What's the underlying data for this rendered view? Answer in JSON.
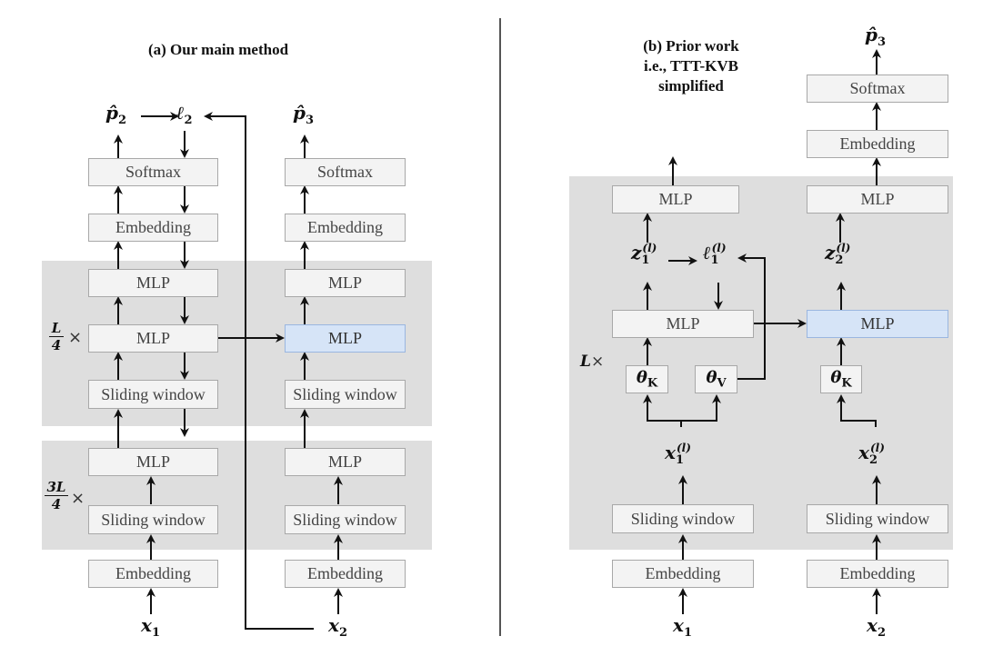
{
  "panel_a": {
    "title": "(a) Our main method",
    "col1": {
      "output": "p̂",
      "output_sub": "2",
      "loss": "ℓ",
      "loss_sub": "2",
      "boxes": [
        "Softmax",
        "Embedding",
        "MLP",
        "MLP",
        "Sliding window",
        "MLP",
        "Sliding window",
        "Embedding"
      ],
      "input": "x",
      "input_sub": "1"
    },
    "col2": {
      "output": "p̂",
      "output_sub": "3",
      "boxes": [
        "Softmax",
        "Embedding",
        "MLP",
        "MLP",
        "Sliding window",
        "MLP",
        "Sliding window",
        "Embedding"
      ],
      "highlighted_box": "MLP",
      "input": "x",
      "input_sub": "2"
    },
    "repeat_top": {
      "num": "L",
      "den": "4",
      "times": "×"
    },
    "repeat_bottom": {
      "num": "3L",
      "den": "4",
      "times": "×"
    }
  },
  "panel_b": {
    "title_lines": [
      "(b) Prior work",
      "i.e., TTT-KVB",
      "simplified"
    ],
    "col1": {
      "boxes": [
        "MLP",
        "MLP",
        "Embedding",
        "Sliding window"
      ],
      "theta_k": "θ",
      "theta_k_sub": "K",
      "theta_v": "θ",
      "theta_v_sub": "V",
      "z": "z",
      "z_sub": "1",
      "z_sup": "(l)",
      "loss": "ℓ",
      "loss_sub": "1",
      "loss_sup": "(l)",
      "x_l": "x",
      "x_l_sub": "1",
      "x_l_sup": "(l)",
      "input": "x",
      "input_sub": "1"
    },
    "col2": {
      "output": "p̂",
      "output_sub": "3",
      "boxes": [
        "Softmax",
        "Embedding",
        "MLP",
        "MLP",
        "Sliding window",
        "Embedding"
      ],
      "highlighted_box": "MLP",
      "theta_k": "θ",
      "theta_k_sub": "K",
      "z": "z",
      "z_sub": "2",
      "z_sup": "(l)",
      "x_l": "x",
      "x_l_sub": "2",
      "x_l_sup": "(l)",
      "input": "x",
      "input_sub": "2"
    },
    "repeat": {
      "label": "L",
      "times": "×"
    }
  },
  "colors": {
    "region": "#dedede",
    "box": "#f3f3f3",
    "box_border": "#a8a8a8",
    "highlight": "#d6e4f7",
    "highlight_border": "#9ab6e0",
    "arrow": "#111111"
  }
}
